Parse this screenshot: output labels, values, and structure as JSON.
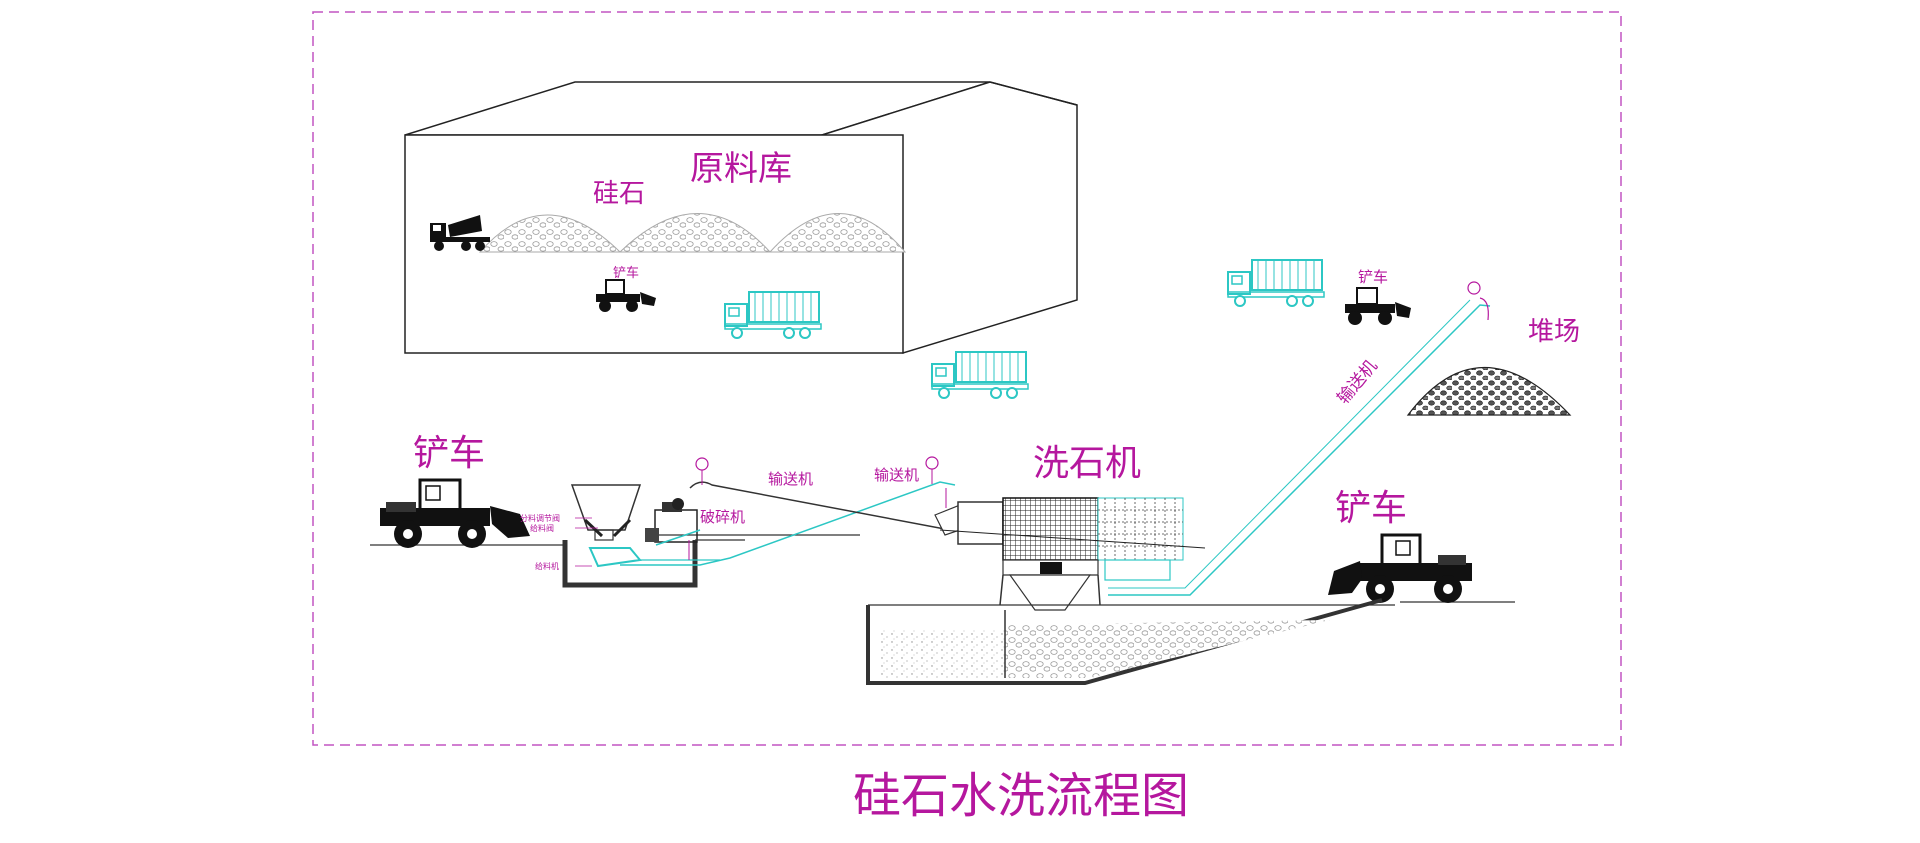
{
  "title": "硅石水洗流程图",
  "labels": {
    "warehouse": "原料库",
    "silica": "硅石",
    "loader_small": "铲车",
    "loader_left": "铲车",
    "loader_right": "铲车",
    "loader_top": "铲车",
    "conveyor_1": "输送机",
    "conveyor_2": "输送机",
    "conveyor_3": "输送机",
    "crusher": "破碎机",
    "washer": "洗石机",
    "stockyard": "堆场",
    "hopper_1": "分料调节阀",
    "hopper_2": "给料阀",
    "hopper_3": "给料机"
  },
  "colors": {
    "accent": "#b5179e",
    "border": "#c255c2",
    "truck": "#2cc7c4",
    "line": "#333333"
  }
}
